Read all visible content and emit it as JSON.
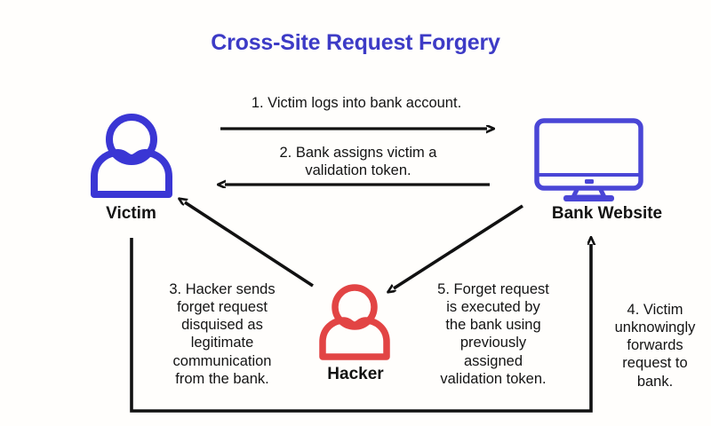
{
  "title": "Cross-Site Request Forgery",
  "colors": {
    "title": "#3d3bc6",
    "victim": "#3a36d4",
    "bank": "#4a46d6",
    "hacker": "#e24444",
    "arrow": "#111111",
    "background": "#fffefc",
    "text": "#141414"
  },
  "nodes": {
    "victim": {
      "label": "Victim",
      "icon": "person-icon",
      "color": "#3a36d4"
    },
    "bank": {
      "label": "Bank Website",
      "icon": "monitor-icon",
      "color": "#4a46d6"
    },
    "hacker": {
      "label": "Hacker",
      "icon": "person-icon",
      "color": "#e24444"
    }
  },
  "steps": [
    {
      "number": "1",
      "text": "1.  Victim logs into bank account.",
      "from": "victim",
      "to": "bank"
    },
    {
      "number": "2",
      "text": "2. Bank assigns victim a\nvalidation token.",
      "from": "bank",
      "to": "victim"
    },
    {
      "number": "3",
      "text": "3. Hacker sends\nforget request\ndisquised as\nlegitimate\ncommunication\nfrom the bank.",
      "from": "hacker",
      "to": "victim"
    },
    {
      "number": "4",
      "text": "4. Victim\nunknowingly\nforwards\nrequest to\nbank.",
      "from": "victim",
      "to": "bank"
    },
    {
      "number": "5",
      "text": "5. Forget request\nis executed by\nthe bank using\npreviously\nassigned\nvalidation token.",
      "from": "bank",
      "to": "hacker"
    }
  ]
}
